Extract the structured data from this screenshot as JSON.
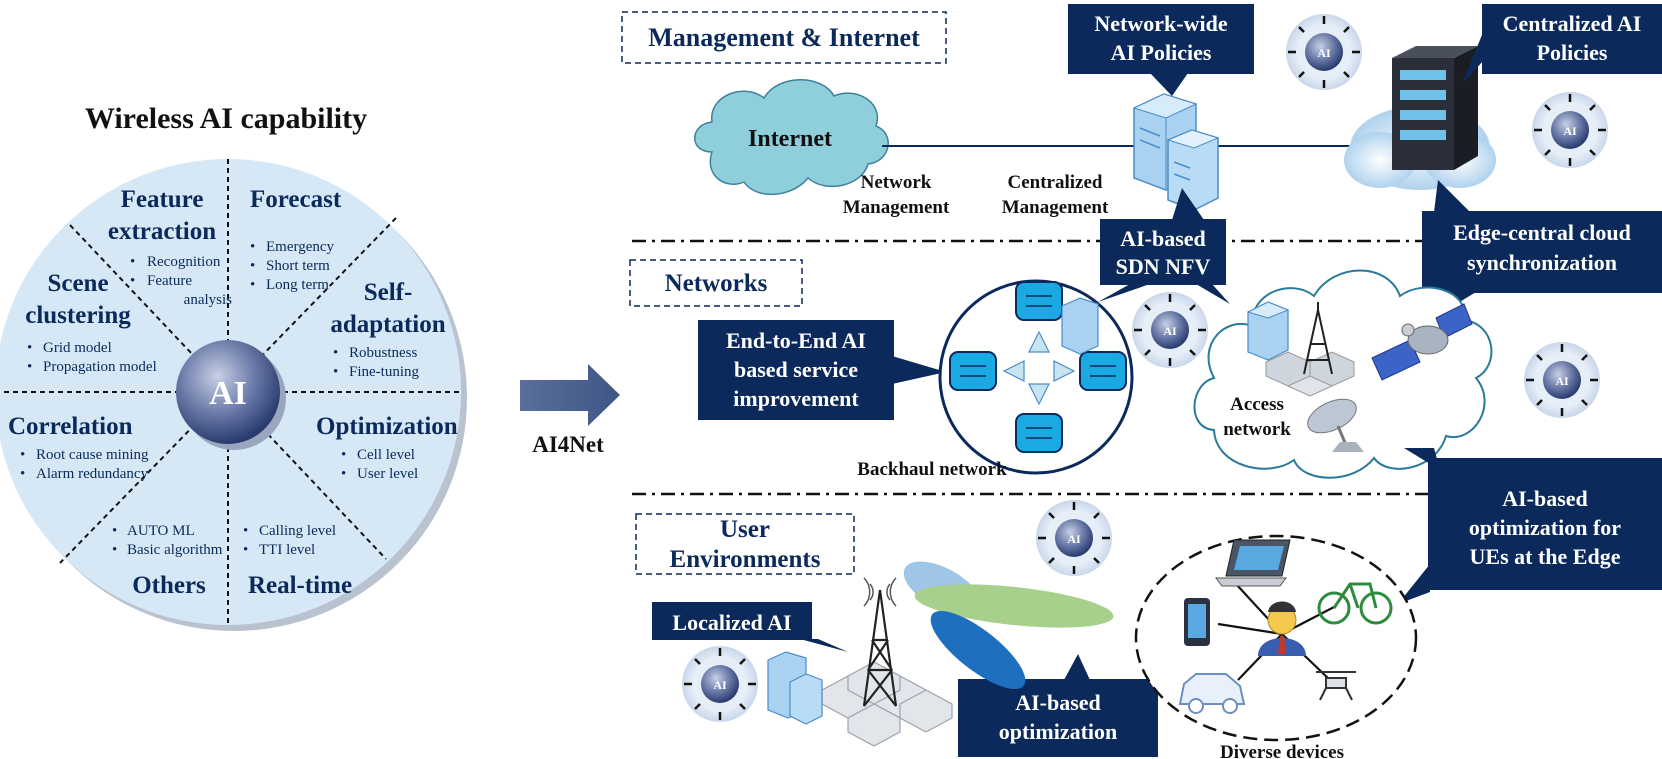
{
  "wheel": {
    "title": "Wireless AI capability",
    "center": "AI",
    "sectors": {
      "feature_extraction": {
        "title": [
          "Feature",
          "extraction"
        ],
        "items": [
          "Recognition",
          "Feature",
          "analysis"
        ]
      },
      "forecast": {
        "title": [
          "Forecast"
        ],
        "items": [
          "Emergency",
          "Short term",
          "Long term"
        ]
      },
      "scene_clustering": {
        "title": [
          "Scene",
          "clustering"
        ],
        "items": [
          "Grid model",
          "Propagation model"
        ]
      },
      "self_adaptation": {
        "title": [
          "Self-",
          "adaptation"
        ],
        "items": [
          "Robustness",
          "Fine-tuning"
        ]
      },
      "correlation": {
        "title": [
          "Correlation"
        ],
        "items": [
          "Root cause mining",
          "Alarm redundancy"
        ]
      },
      "optimization": {
        "title": [
          "Optimization"
        ],
        "items": [
          "Cell level",
          "User level"
        ]
      },
      "others": {
        "title": [
          "Others"
        ],
        "items": [
          "AUTO ML",
          "Basic algorithm"
        ]
      },
      "realtime": {
        "title": [
          "Real-time"
        ],
        "items": [
          "Calling level",
          "TTI level"
        ]
      }
    }
  },
  "arrow_label": "AI4Net",
  "layers": {
    "management": "Management & Internet",
    "networks": "Networks",
    "user_env": [
      "User",
      "Environments"
    ]
  },
  "labels": {
    "internet": "Internet",
    "network_management": [
      "Network",
      "Management"
    ],
    "centralized_management": [
      "Centralized",
      "Management"
    ],
    "backhaul": "Backhaul network",
    "access_network": [
      "Access",
      "network"
    ],
    "diverse_devices": "Diverse devices",
    "ai_node": "AI"
  },
  "callouts": {
    "network_wide": [
      "Network-wide",
      "AI Policies"
    ],
    "centralized_ai": [
      "Centralized AI",
      "Policies"
    ],
    "sdn_nfv": [
      "AI-based",
      "SDN NFV"
    ],
    "edge_central": [
      "Edge-central cloud",
      "synchronization"
    ],
    "end_to_end": [
      "End-to-End AI",
      "based service",
      "improvement"
    ],
    "ue_edge": [
      "AI-based",
      "optimization for",
      "UEs at the Edge"
    ],
    "localized": "Localized AI",
    "ai_optimization": [
      "AI-based",
      "optimization"
    ]
  },
  "colors": {
    "navy": "#0b2a5b",
    "wheel_fill": "#d6e8f6",
    "cloud": "#8fcfdc",
    "server": "#a9d2f2",
    "switch": "#1aa9e3"
  }
}
